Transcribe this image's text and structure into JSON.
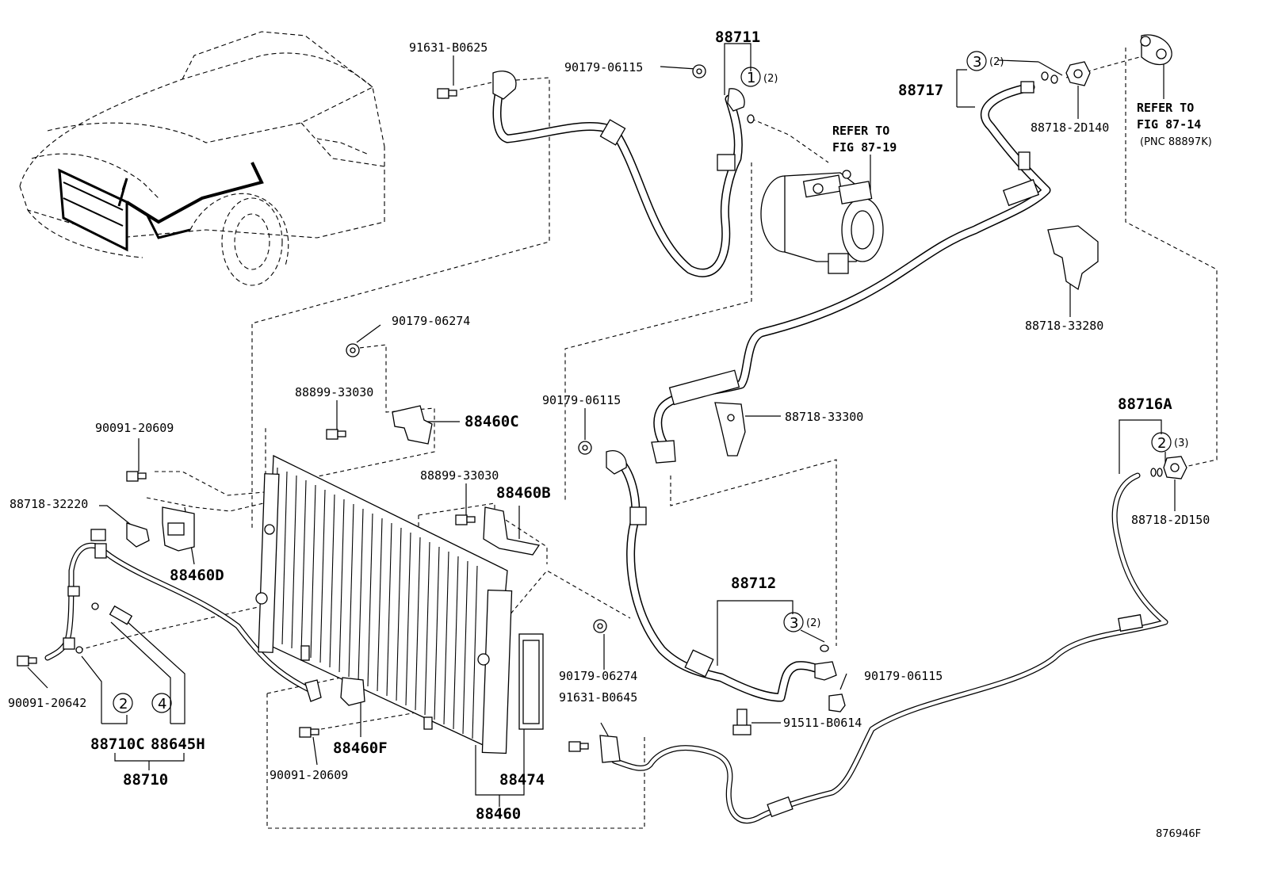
{
  "labels": {
    "p91631_B0625": "91631-B0625",
    "p88711": "88711",
    "p90179_06115_top": "90179-06115",
    "c1": "1",
    "q2a": "(2)",
    "p88717": "88717",
    "c3a": "3",
    "q2b": "(2)",
    "p88718_2D140": "88718-2D140",
    "ref1_a": "REFER TO",
    "ref1_b": "FIG 87-19",
    "ref2_a": "REFER TO",
    "ref2_b": "FIG 87-14",
    "ref2_c": "(PNC 88897K)",
    "p88718_33280": "88718-33280",
    "p90179_06274_top": "90179-06274",
    "p88899_33030_a": "88899-33030",
    "p88460C": "88460C",
    "p90179_06115_mid": "90179-06115",
    "p88718_33300": "88718-33300",
    "p90091_20609_top": "90091-20609",
    "p88718_32220": "88718-32220",
    "p88460D": "88460D",
    "p88899_33030_b": "88899-33030",
    "p88460B": "88460B",
    "p88716A": "88716A",
    "c2a": "2",
    "q3": "(3)",
    "p88718_2D150": "88718-2D150",
    "p88712": "88712",
    "c3b": "3",
    "q2c": "(2)",
    "p90179_06274_bot": "90179-06274",
    "p90179_06115_bot": "90179-06115",
    "p91631_B0645": "91631-B0645",
    "p91511_B0614": "91511-B0614",
    "p90091_20642": "90091-20642",
    "c2b": "2",
    "c4": "4",
    "p88710C": "88710C",
    "p88645H": "88645H",
    "p88710": "88710",
    "p88460F": "88460F",
    "p90091_20609_bot": "90091-20609",
    "p88474": "88474",
    "p88460": "88460",
    "fig_id": "876946F"
  }
}
